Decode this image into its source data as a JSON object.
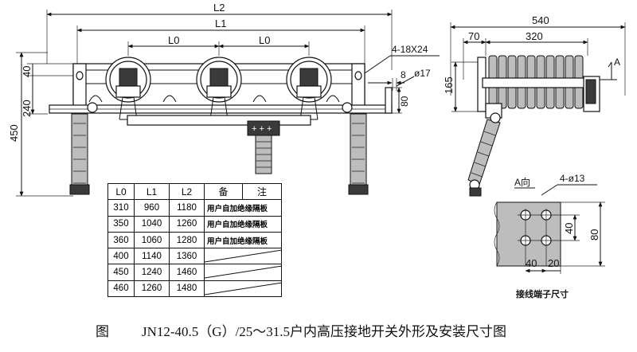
{
  "front_view": {
    "dim_L2": "L2",
    "dim_L1": "L1",
    "dim_L0_a": "L0",
    "dim_L0_b": "L0",
    "dim_40": "40",
    "dim_240": "240",
    "dim_450": "450",
    "holes_label": "4-18X24",
    "shaft_label": "8",
    "shaft_dia": "ø17",
    "dim_80": "80"
  },
  "side_view": {
    "dim_540": "540",
    "dim_70": "70",
    "dim_320": "320",
    "dim_165": "165",
    "view_mark": "A"
  },
  "terminal_view": {
    "view_label": "A向",
    "holes_label": "4-ø13",
    "dim_40_v": "40",
    "dim_80_v": "80",
    "dim_40_h": "40",
    "dim_20_h": "20",
    "title": "接线端子尺寸"
  },
  "table": {
    "headers": [
      "L0",
      "L1",
      "L2",
      "备",
      "注"
    ],
    "rows": [
      {
        "L0": "310",
        "L1": "960",
        "L2": "1180",
        "note": "用户自加绝缘隔板"
      },
      {
        "L0": "350",
        "L1": "1040",
        "L2": "1260",
        "note": "用户自加绝缘隔板"
      },
      {
        "L0": "360",
        "L1": "1060",
        "L2": "1280",
        "note": "用户自加绝缘隔板"
      },
      {
        "L0": "400",
        "L1": "1140",
        "L2": "1360",
        "note": ""
      },
      {
        "L0": "450",
        "L1": "1240",
        "L2": "1460",
        "note": ""
      },
      {
        "L0": "460",
        "L1": "1260",
        "L2": "1480",
        "note": ""
      }
    ]
  },
  "caption": {
    "fig": "图",
    "text": "JN12-40.5（G）/25～31.5户内高压接地开关外形及安装尺寸图"
  }
}
